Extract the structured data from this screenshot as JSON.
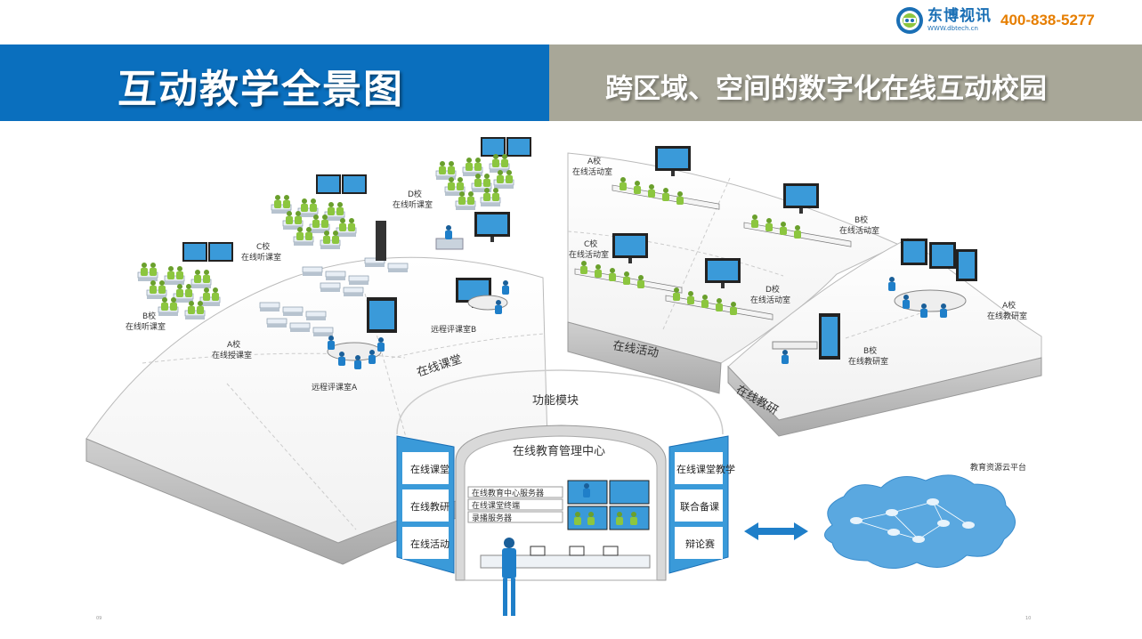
{
  "header": {
    "brand_name": "东博视讯",
    "brand_url": "WWW.dbtech.cn",
    "phone": "400-838-5277",
    "title": "互动教学全景图",
    "subtitle": "跨区域、空间的数字化在线互动校园"
  },
  "sections": {
    "classroom": {
      "band_label": "在线课堂",
      "rooms": [
        {
          "school": "B校",
          "room": "在线听课室"
        },
        {
          "school": "A校",
          "room": "在线授课室"
        },
        {
          "school": "C校",
          "room": "在线听课室"
        },
        {
          "school": "D校",
          "room": "在线听课室"
        },
        {
          "room": "远程评课室A"
        },
        {
          "room": "远程评课室B"
        }
      ]
    },
    "activity": {
      "band_label": "在线活动",
      "rooms": [
        {
          "school": "A校",
          "room": "在线活动室"
        },
        {
          "school": "B校",
          "room": "在线活动室"
        },
        {
          "school": "C校",
          "room": "在线活动室"
        },
        {
          "school": "D校",
          "room": "在线活动室"
        }
      ]
    },
    "research": {
      "band_label": "在线教研",
      "rooms": [
        {
          "school": "A校",
          "room": "在线教研室"
        },
        {
          "school": "B校",
          "room": "在线教研室"
        }
      ]
    }
  },
  "function_module": {
    "title": "功能模块",
    "center_title": "在线教育管理中心",
    "left_items": [
      "在线课堂",
      "在线教研",
      "在线活动"
    ],
    "right_items": [
      "在线课堂教学",
      "联合备课",
      "辩论赛"
    ],
    "servers": [
      "在线教育中心服务器",
      "在线课堂终端",
      "录播服务器"
    ]
  },
  "cloud": {
    "label": "教育资源云平台"
  },
  "page_numbers": {
    "left": "09",
    "right": "10"
  },
  "colors": {
    "banner_blue": "#0a6fbe",
    "banner_gray": "#a8a798",
    "brand_orange": "#e67e00",
    "figure_green": "#8cc63f",
    "figure_blue": "#1f7fc9",
    "cloud_blue": "#5aa8e0"
  }
}
